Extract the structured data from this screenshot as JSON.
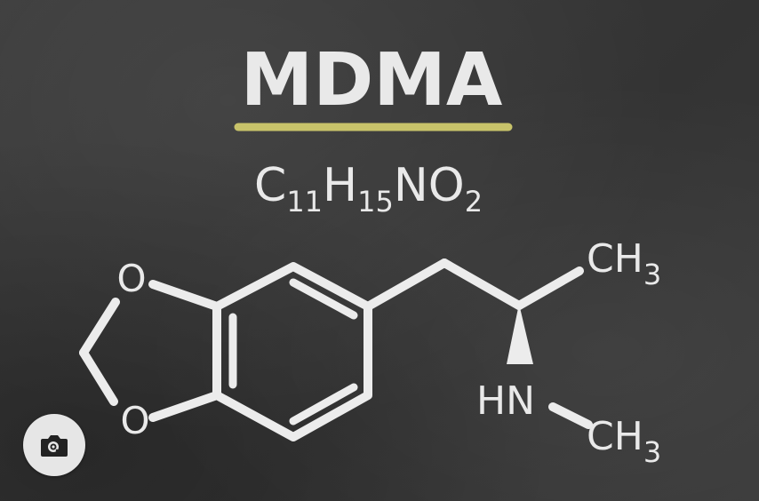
{
  "title": "MDMA",
  "formula": {
    "c": "C",
    "c_sub": "11",
    "h": "H",
    "h_sub": "15",
    "n": "N",
    "o": "O",
    "o_sub": "2"
  },
  "structure": {
    "oxygen_top": "O",
    "oxygen_bottom": "O",
    "amine": "HN",
    "methyl_top": "CH",
    "methyl_top_sub": "3",
    "methyl_bottom": "CH",
    "methyl_bottom_sub": "3"
  },
  "colors": {
    "chalk": "#e9e9e9",
    "underline": "#c8c36a",
    "board": "#3a3a3a"
  },
  "icons": {
    "lens": "camera-search-icon"
  }
}
